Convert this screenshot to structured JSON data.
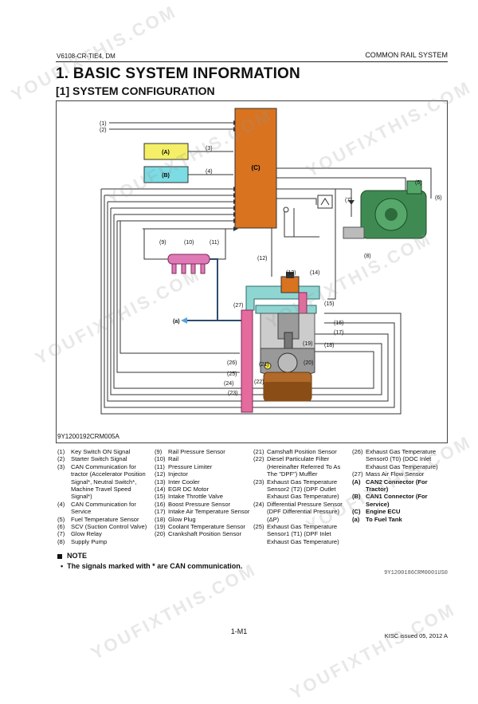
{
  "header": {
    "model": "V6108-CR-TIE4, DM",
    "section": "COMMON RAIL SYSTEM"
  },
  "title": "1.  BASIC SYSTEM INFORMATION",
  "subtitle": "[1]  SYSTEM CONFIGURATION",
  "diagram": {
    "labels": {
      "l1": "(1)",
      "l2": "(2)",
      "l3": "(3)",
      "l4": "(4)",
      "l5": "(5)",
      "l6": "(6)",
      "l7": "(7)",
      "l8": "(8)",
      "l9": "(9)",
      "l10": "(10)",
      "l11": "(11)",
      "l12": "(12)",
      "l13": "(13)",
      "l14": "(14)",
      "l15": "(15)",
      "l16": "(16)",
      "l17": "(17)",
      "l18": "(18)",
      "l19": "(19)",
      "l20": "(20)",
      "l21": "(21)",
      "l22": "(22)",
      "l23": "(23)",
      "l24": "(24)",
      "l25": "(25)",
      "l26": "(26)",
      "l27": "(27)",
      "boxA": "(A)",
      "boxB": "(B)",
      "boxC": "(C)",
      "la": "(a)"
    },
    "figure_id": "9Y1200192CRM005A",
    "colors": {
      "ecu": "#d9731f",
      "can_a": "#f4ef66",
      "can_b": "#7cdce4",
      "rail": "#e07ab6",
      "intake": "#8fd6d2",
      "exhaust": "#e56b9d"
    }
  },
  "legend": {
    "col1": [
      {
        "k": "(1)",
        "v": "Key Switch ON Signal"
      },
      {
        "k": "(2)",
        "v": "Starter Switch Signal"
      },
      {
        "k": "(3)",
        "v": "CAN Communication for tractor (Accelerator Position Signal*, Neutral Switch*, Machine Travel Speed Signal*)"
      },
      {
        "k": "(4)",
        "v": "CAN Communication for Service"
      },
      {
        "k": "(5)",
        "v": "Fuel Temperature Sensor"
      },
      {
        "k": "(6)",
        "v": "SCV (Suction Control Valve)"
      },
      {
        "k": "(7)",
        "v": "Glow Relay"
      },
      {
        "k": "(8)",
        "v": "Supply Pump"
      }
    ],
    "col2": [
      {
        "k": "(9)",
        "v": "Rail Pressure Sensor"
      },
      {
        "k": "(10)",
        "v": "Rail"
      },
      {
        "k": "(11)",
        "v": "Pressure Limiter"
      },
      {
        "k": "(12)",
        "v": "Injector"
      },
      {
        "k": "(13)",
        "v": "Inter Cooler"
      },
      {
        "k": "(14)",
        "v": "EGR DC Motor"
      },
      {
        "k": "(15)",
        "v": "Intake Throttle Valve"
      },
      {
        "k": "(16)",
        "v": "Boost Pressure Sensor"
      },
      {
        "k": "(17)",
        "v": "Intake Air Temperature Sensor"
      },
      {
        "k": "(18)",
        "v": "Glow Plug"
      },
      {
        "k": "(19)",
        "v": "Coolant Temperature Sensor"
      },
      {
        "k": "(20)",
        "v": "Crankshaft Position Sensor"
      }
    ],
    "col3": [
      {
        "k": "(21)",
        "v": "Camshaft Position Sensor"
      },
      {
        "k": "(22)",
        "v": "Diesel Particulate Filter (Hereinafter Referred To As The \"DPF\") Muffler"
      },
      {
        "k": "(23)",
        "v": "Exhaust Gas Temperature Sensor2 (T2) (DPF Outlet Exhaust Gas Temperature)"
      },
      {
        "k": "(24)",
        "v": "Differential Pressure Sensor (DPF Differential Pressure) (ΔP)"
      },
      {
        "k": "(25)",
        "v": "Exhaust Gas Temperature Sensor1 (T1) (DPF Inlet Exhaust Gas Temperature)"
      }
    ],
    "col4": [
      {
        "k": "(26)",
        "v": "Exhaust Gas Temperature Sensor0 (T0) (DOC Inlet Exhaust Gas Temperature)",
        "bold": false
      },
      {
        "k": "(27)",
        "v": "Mass Air Flow Sensor",
        "bold": false
      },
      {
        "k": "(A)",
        "v": "CAN2 Connector (For Tractor)",
        "bold": true
      },
      {
        "k": "(B)",
        "v": "CAN1 Connector (For Service)",
        "bold": true
      },
      {
        "k": "(C)",
        "v": "Engine ECU",
        "bold": true
      },
      {
        "k": "(a)",
        "v": "To Fuel Tank",
        "bold": true
      }
    ]
  },
  "note": {
    "heading": "NOTE",
    "item": "The signals marked with * are CAN communication."
  },
  "ref_code": "9Y1200186CRM0001US0",
  "footer": {
    "page": "1-M1",
    "issued": "KISC issued 05, 2012 A"
  },
  "watermark": "YOUFIXTHIS.COM"
}
